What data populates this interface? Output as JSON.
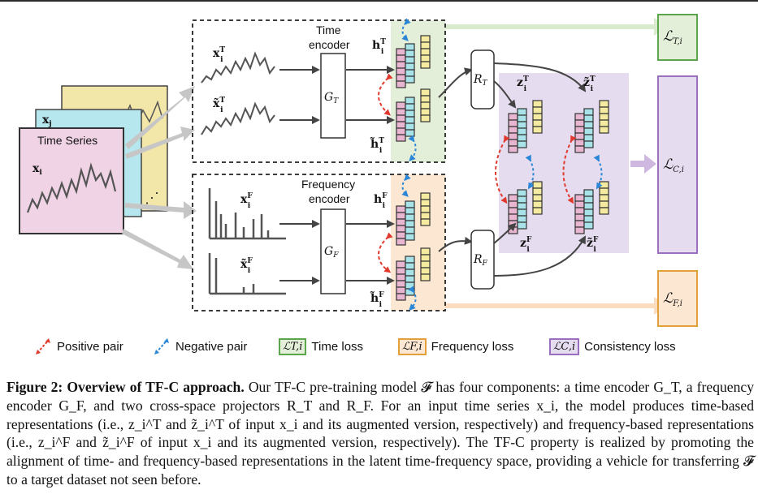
{
  "figure": {
    "time_series_title": "Time Series",
    "x_i": "x",
    "x_i_sub": "i",
    "x_j": "x",
    "x_j_sub": "j",
    "time_encoder_label_line1": "Time",
    "time_encoder_label_line2": "encoder",
    "freq_encoder_label_line1": "Frequency",
    "freq_encoder_label_line2": "encoder",
    "G_T": "G",
    "G_T_sub": "T",
    "G_F": "G",
    "G_F_sub": "F",
    "R_T": "R",
    "R_T_sub": "T",
    "R_F": "R",
    "R_F_sub": "F",
    "input_x_T": "x",
    "input_x_T_sup": "T",
    "input_x_T_sub": "i",
    "input_xt_T": "x̃",
    "input_xt_T_sup": "T",
    "input_xt_T_sub": "i",
    "input_x_F": "x",
    "input_x_F_sup": "F",
    "input_x_F_sub": "i",
    "input_xt_F": "x̃",
    "input_xt_F_sup": "F",
    "input_xt_F_sub": "i",
    "h_T": "h",
    "h_T_sup": "T",
    "h_T_sub": "i",
    "ht_T": "h̃",
    "ht_T_sup": "T",
    "ht_T_sub": "i",
    "h_F": "h",
    "h_F_sup": "F",
    "h_F_sub": "i",
    "ht_F": "h̃",
    "ht_F_sup": "F",
    "ht_F_sub": "i",
    "z_T": "z",
    "z_T_sup": "T",
    "z_T_sub": "i",
    "zt_T": "z̃",
    "zt_T_sup": "T",
    "zt_T_sub": "i",
    "z_F": "z",
    "z_F_sup": "F",
    "z_F_sub": "i",
    "zt_F": "z̃",
    "zt_F_sup": "F",
    "zt_F_sub": "i",
    "loss_T": "ℒ",
    "loss_T_sub": "T,i",
    "loss_C": "ℒ",
    "loss_C_sub": "C,i",
    "loss_F": "ℒ",
    "loss_F_sub": "F,i"
  },
  "legend": {
    "positive_pair": "Positive pair",
    "negative_pair": "Negative pair",
    "time_loss_symbol": "ℒT,i",
    "time_loss": "Time loss",
    "freq_loss_symbol": "ℒF,i",
    "freq_loss": "Frequency loss",
    "cons_loss_symbol": "ℒC,i",
    "cons_loss": "Consistency loss"
  },
  "caption": {
    "heading": "Figure 2: Overview of TF-C approach.",
    "body": " Our TF-C pre-training model 𝓕 has four components: a time encoder G_T, a frequency encoder G_F, and two cross-space projectors R_T and R_F. For an input time series x_i, the model produces time-based representations (i.e., z_i^T and z̃_i^T of input x_i and its augmented version, respectively) and frequency-based representations (i.e., z_i^F and z̃_i^F of input x_i and its augmented version, respectively). The TF-C property is realized by promoting the alignment of time- and frequency-based representations in the latent time-frequency space, providing a vehicle for transferring 𝓕 to a target dataset not seen before."
  },
  "colors": {
    "green_bg": "#e3efd9",
    "orange_bg": "#fce7d3",
    "purple_bg": "#e6dcef",
    "pink_cell": "#e8b6d0",
    "cyan_cell": "#a9e3ea",
    "yellow_cell": "#f4eba0",
    "time_series_bg": "#f0d4e6"
  }
}
